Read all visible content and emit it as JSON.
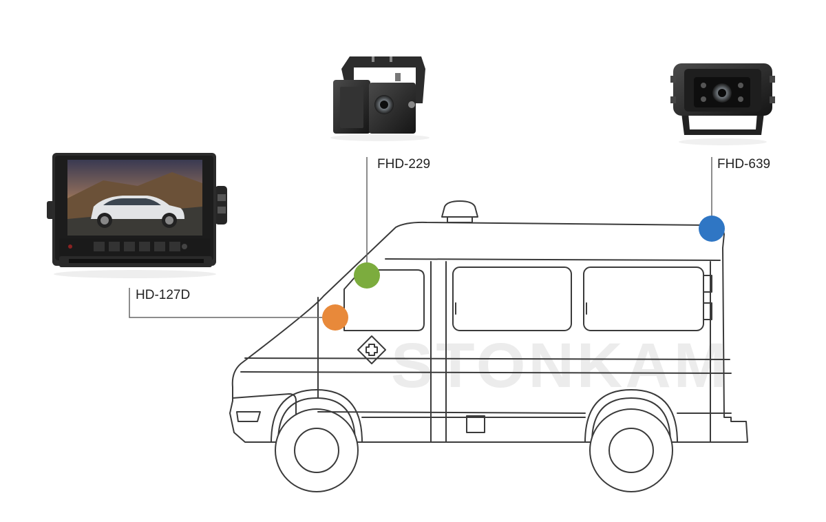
{
  "products": {
    "monitor": {
      "model": "HD-127D"
    },
    "camera_a": {
      "model": "FHD-229"
    },
    "camera_b": {
      "model": "FHD-639"
    }
  },
  "watermark": {
    "text": "STONKAM"
  },
  "markers": {
    "monitor_color": "#e8893a",
    "camera_a_color": "#7cac3e",
    "camera_b_color": "#2f76c4"
  }
}
